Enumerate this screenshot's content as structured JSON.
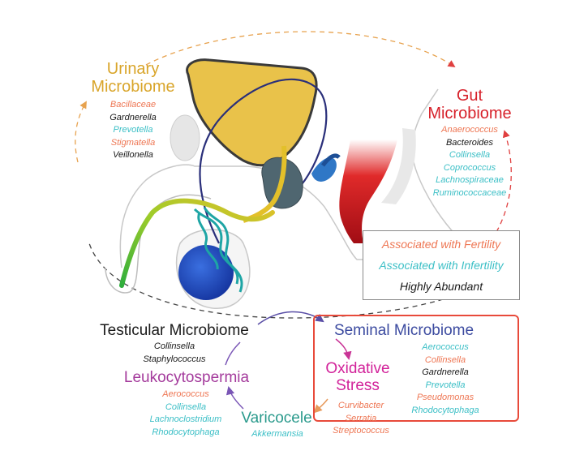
{
  "colors": {
    "fertility": "#ee7653",
    "infertility": "#3bbfc6",
    "abundant": "#1a1a1a",
    "urinary": "#d9a52a",
    "gut": "#d7222b",
    "seminal": "#3c4ba0",
    "oxidative": "#d2239a",
    "leukocyto": "#a43b9c",
    "varicocele": "#2a9a8c",
    "testicular": "#1a1a1a",
    "seminal_box": "#e84a3a"
  },
  "urinary": {
    "title_line1": "Urinary",
    "title_line2": "Microbiome",
    "taxa": [
      {
        "name": "Bacillaceae",
        "assoc": "fertility"
      },
      {
        "name": "Gardnerella",
        "assoc": "abundant"
      },
      {
        "name": "Prevotella",
        "assoc": "infertility"
      },
      {
        "name": "Stigmatella",
        "assoc": "fertility"
      },
      {
        "name": "Veillonella",
        "assoc": "abundant"
      }
    ]
  },
  "gut": {
    "title_line1": "Gut",
    "title_line2": "Microbiome",
    "taxa": [
      {
        "name": "Anaerococcus",
        "assoc": "fertility"
      },
      {
        "name": "Bacteroides",
        "assoc": "abundant"
      },
      {
        "name": "Collinsella",
        "assoc": "infertility"
      },
      {
        "name": "Coprococcus",
        "assoc": "infertility"
      },
      {
        "name": "Lachnospiraceae",
        "assoc": "infertility"
      },
      {
        "name": "Ruminococcaceae",
        "assoc": "infertility"
      }
    ]
  },
  "legend": {
    "fertility": "Associated with Fertility",
    "infertility": "Associated with Infertility",
    "abundant": "Highly Abundant"
  },
  "testicular": {
    "title": "Testicular Microbiome",
    "taxa": [
      {
        "name": "Collinsella",
        "assoc": "abundant"
      },
      {
        "name": "Staphylococcus",
        "assoc": "abundant"
      }
    ]
  },
  "seminal": {
    "title": "Seminal Microbiome",
    "taxa": [
      {
        "name": "Aerococcus",
        "assoc": "infertility"
      },
      {
        "name": "Collinsella",
        "assoc": "fertility"
      },
      {
        "name": "Gardnerella",
        "assoc": "abundant"
      },
      {
        "name": "Prevotella",
        "assoc": "infertility"
      },
      {
        "name": "Pseudomonas",
        "assoc": "fertility"
      },
      {
        "name": "Rhodocytophaga",
        "assoc": "infertility"
      }
    ]
  },
  "oxidative": {
    "title_line1": "Oxidative",
    "title_line2": "Stress",
    "taxa": [
      {
        "name": "Curvibacter",
        "assoc": "fertility"
      },
      {
        "name": "Serratia",
        "assoc": "fertility"
      },
      {
        "name": "Streptococcus",
        "assoc": "fertility"
      }
    ]
  },
  "leukocytospermia": {
    "title": "Leukocytospermia",
    "taxa": [
      {
        "name": "Aerococcus",
        "assoc": "fertility"
      },
      {
        "name": "Collinsella",
        "assoc": "infertility"
      },
      {
        "name": "Lachnoclostridium",
        "assoc": "infertility"
      },
      {
        "name": "Rhodocytophaga",
        "assoc": "infertility"
      }
    ]
  },
  "varicocele": {
    "title": "Varicocele",
    "taxa": [
      {
        "name": "Akkermansia",
        "assoc": "infertility"
      }
    ]
  }
}
